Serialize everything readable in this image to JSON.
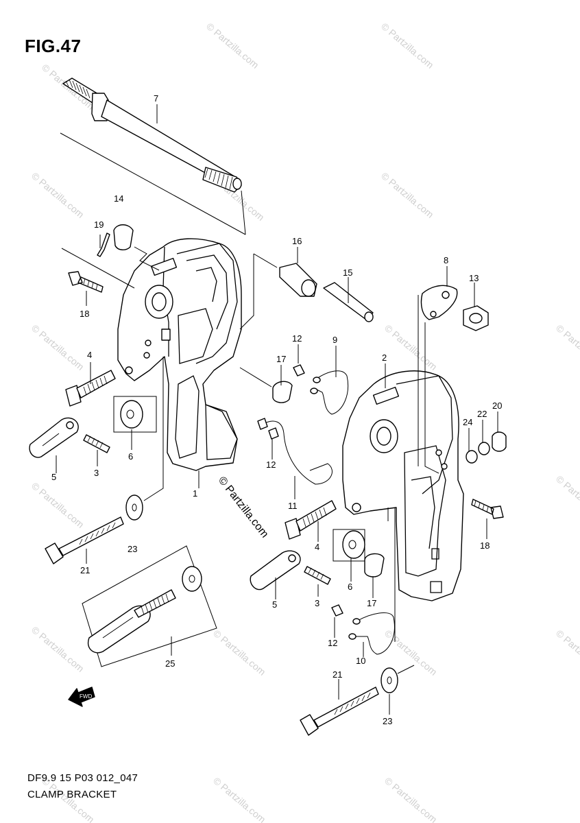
{
  "figure": {
    "title": "FIG.47",
    "code": "DF9.9 15 P03 012_047",
    "name": "CLAMP BRACKET"
  },
  "watermark": {
    "text": "© Partzilla.com"
  },
  "direction_arrow": {
    "label": "FWD"
  },
  "callouts": [
    {
      "id": "7",
      "text": "7"
    },
    {
      "id": "14",
      "text": "14"
    },
    {
      "id": "19",
      "text": "19"
    },
    {
      "id": "18a",
      "text": "18"
    },
    {
      "id": "4a",
      "text": "4"
    },
    {
      "id": "6a",
      "text": "6"
    },
    {
      "id": "3a",
      "text": "3"
    },
    {
      "id": "5a",
      "text": "5"
    },
    {
      "id": "1",
      "text": "1"
    },
    {
      "id": "23a",
      "text": "23"
    },
    {
      "id": "21a",
      "text": "21"
    },
    {
      "id": "25",
      "text": "25"
    },
    {
      "id": "16",
      "text": "16"
    },
    {
      "id": "15",
      "text": "15"
    },
    {
      "id": "12a",
      "text": "12"
    },
    {
      "id": "9",
      "text": "9"
    },
    {
      "id": "17a",
      "text": "17"
    },
    {
      "id": "12b",
      "text": "12"
    },
    {
      "id": "11",
      "text": "11"
    },
    {
      "id": "2",
      "text": "2"
    },
    {
      "id": "8",
      "text": "8"
    },
    {
      "id": "13",
      "text": "13"
    },
    {
      "id": "24",
      "text": "24"
    },
    {
      "id": "22",
      "text": "22"
    },
    {
      "id": "20",
      "text": "20"
    },
    {
      "id": "18b",
      "text": "18"
    },
    {
      "id": "4b",
      "text": "4"
    },
    {
      "id": "6b",
      "text": "6"
    },
    {
      "id": "17b",
      "text": "17"
    },
    {
      "id": "5b",
      "text": "5"
    },
    {
      "id": "3b",
      "text": "3"
    },
    {
      "id": "12c",
      "text": "12"
    },
    {
      "id": "10",
      "text": "10"
    },
    {
      "id": "21b",
      "text": "21"
    },
    {
      "id": "23b",
      "text": "23"
    }
  ]
}
